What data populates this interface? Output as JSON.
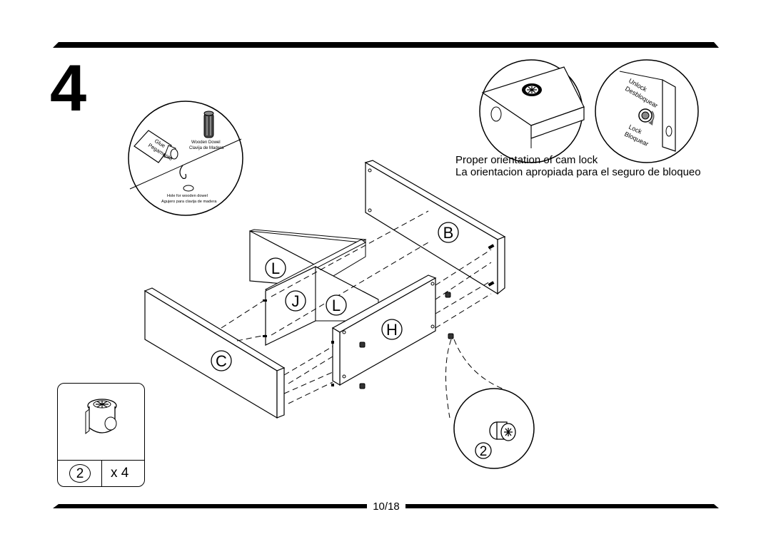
{
  "step": {
    "number": "4"
  },
  "glue_detail": {
    "glue_label": "Glue",
    "glue_label_es": "Pegamento",
    "dowel_label": "Wooden Dowel",
    "dowel_label_es": "Clavija de Madera",
    "hole_label": "Hole for wooden dowel",
    "hole_label_es": "Agujero para clavija de madera"
  },
  "cam_detail": {
    "unlock": "Unlock",
    "unlock_es": "Desbloquear",
    "lock": "Lock",
    "lock_es": "Bloquear",
    "caption_en": "Proper orientation of cam lock",
    "caption_es": "La orientacion apropiada para el seguro de bloqueo"
  },
  "panels": {
    "b": "B",
    "l_top": "L",
    "j": "J",
    "l_mid": "L",
    "h": "H",
    "c": "C"
  },
  "hardware": {
    "callout_label": "2",
    "part_label": "2",
    "quantity": "x 4"
  },
  "footer": {
    "page": "10/18"
  }
}
